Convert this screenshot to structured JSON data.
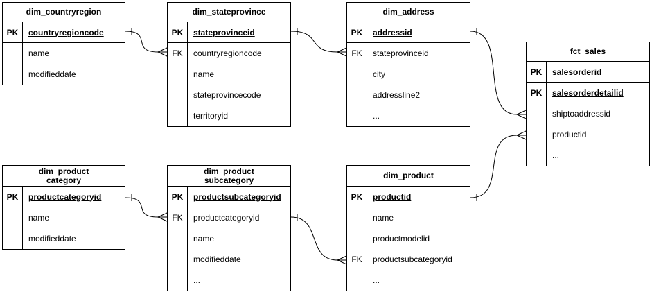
{
  "diagram": {
    "type": "entity-relationship",
    "colors": {
      "background": "#ffffff",
      "line": "#000000",
      "text": "#000000",
      "entity_fill": "#ffffff"
    },
    "tables": [
      {
        "id": "dim_countryregion",
        "title": "dim_countryregion",
        "rows": [
          {
            "key": "PK",
            "field": "countryregioncode",
            "is_key": true
          },
          {
            "key": "",
            "field": "name",
            "is_key": false
          },
          {
            "key": "",
            "field": "modifieddate",
            "is_key": false
          }
        ]
      },
      {
        "id": "dim_stateprovince",
        "title": "dim_stateprovince",
        "rows": [
          {
            "key": "PK",
            "field": "stateprovinceid",
            "is_key": true
          },
          {
            "key": "FK",
            "field": "countryregioncode",
            "is_key": false
          },
          {
            "key": "",
            "field": "name",
            "is_key": false
          },
          {
            "key": "",
            "field": "stateprovincecode",
            "is_key": false
          },
          {
            "key": "",
            "field": "territoryid",
            "is_key": false
          }
        ]
      },
      {
        "id": "dim_address",
        "title": "dim_address",
        "rows": [
          {
            "key": "PK",
            "field": "addressid",
            "is_key": true
          },
          {
            "key": "FK",
            "field": "stateprovinceid",
            "is_key": false
          },
          {
            "key": "",
            "field": "city",
            "is_key": false
          },
          {
            "key": "",
            "field": "addressline2",
            "is_key": false
          },
          {
            "key": "",
            "field": "...",
            "is_key": false
          }
        ]
      },
      {
        "id": "fct_sales",
        "title": "fct_sales",
        "rows": [
          {
            "key": "PK",
            "field": "salesorderid",
            "is_key": true
          },
          {
            "key": "PK",
            "field": "salesorderdetailid",
            "is_key": true
          },
          {
            "key": "",
            "field": "shiptoaddressid",
            "is_key": false
          },
          {
            "key": "",
            "field": "productid",
            "is_key": false
          },
          {
            "key": "",
            "field": "...",
            "is_key": false
          }
        ]
      },
      {
        "id": "dim_product_category",
        "title": "dim_product\ncategory",
        "rows": [
          {
            "key": "PK",
            "field": "productcategoryid",
            "is_key": true
          },
          {
            "key": "",
            "field": "name",
            "is_key": false
          },
          {
            "key": "",
            "field": "modifieddate",
            "is_key": false
          }
        ]
      },
      {
        "id": "dim_product_subcategory",
        "title": "dim_product\nsubcategory",
        "rows": [
          {
            "key": "PK",
            "field": "productsubcategoryid",
            "is_key": true
          },
          {
            "key": "FK",
            "field": "productcategoryid",
            "is_key": false
          },
          {
            "key": "",
            "field": "name",
            "is_key": false
          },
          {
            "key": "",
            "field": "modifieddate",
            "is_key": false
          },
          {
            "key": "",
            "field": "...",
            "is_key": false
          }
        ]
      },
      {
        "id": "dim_product",
        "title": "dim_product",
        "rows": [
          {
            "key": "PK",
            "field": "productid",
            "is_key": true
          },
          {
            "key": "",
            "field": "name",
            "is_key": false
          },
          {
            "key": "",
            "field": "productmodelid",
            "is_key": false
          },
          {
            "key": "FK",
            "field": "productsubcategoryid",
            "is_key": false
          },
          {
            "key": "",
            "field": "...",
            "is_key": false
          }
        ]
      }
    ],
    "relations": [
      {
        "from_table": "dim_countryregion",
        "from_field": "countryregioncode",
        "to_table": "dim_stateprovince",
        "to_field": "countryregioncode",
        "cardinality": "one-to-many"
      },
      {
        "from_table": "dim_stateprovince",
        "from_field": "stateprovinceid",
        "to_table": "dim_address",
        "to_field": "stateprovinceid",
        "cardinality": "one-to-many"
      },
      {
        "from_table": "dim_address",
        "from_field": "addressid",
        "to_table": "fct_sales",
        "to_field": "shiptoaddressid",
        "cardinality": "one-to-many"
      },
      {
        "from_table": "dim_product",
        "from_field": "productid",
        "to_table": "fct_sales",
        "to_field": "productid",
        "cardinality": "one-to-many"
      },
      {
        "from_table": "dim_product_category",
        "from_field": "productcategoryid",
        "to_table": "dim_product_subcategory",
        "to_field": "productcategoryid",
        "cardinality": "one-to-many"
      },
      {
        "from_table": "dim_product_subcategory",
        "from_field": "productsubcategoryid",
        "to_table": "dim_product",
        "to_field": "productsubcategoryid",
        "cardinality": "one-to-many"
      }
    ]
  }
}
